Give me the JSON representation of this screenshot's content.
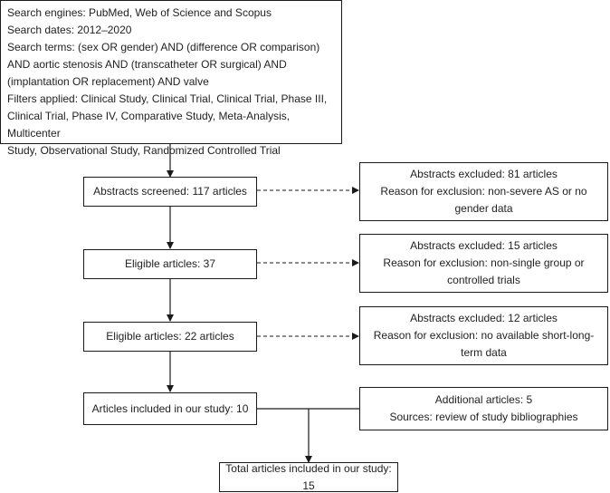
{
  "search": {
    "lines": [
      "Search engines: PubMed, Web of Science and Scopus",
      "Search dates: 2012–2020",
      "Search terms: (sex OR gender) AND (difference OR comparison)",
      "AND aortic stenosis AND (transcatheter OR surgical) AND",
      "(implantation OR replacement) AND valve",
      "Filters applied: Clinical Study, Clinical Trial, Clinical Trial, Phase III,",
      "Clinical Trial, Phase IV, Comparative Study, Meta-Analysis, Multicenter",
      "Study, Observational Study, Randomized Controlled Trial"
    ]
  },
  "flow": {
    "screened": "Abstracts screened: 117 articles",
    "eligible1": "Eligible articles: 37",
    "eligible2": "Eligible articles: 22 articles",
    "included": "Articles included in our study: 10",
    "total": "Total articles included in our study: 15"
  },
  "exclusions": [
    {
      "line1": "Abstracts excluded: 81 articles",
      "line2": "Reason for exclusion: non-severe AS or no",
      "line3": "gender data"
    },
    {
      "line1": "Abstracts excluded: 15 articles",
      "line2": "Reason for exclusion: non-single group or",
      "line3": "controlled trials"
    },
    {
      "line1": "Abstracts excluded: 12 articles",
      "line2": "Reason for exclusion: no available short-long-",
      "line3": "term data"
    }
  ],
  "additional": {
    "line1": "Additional articles: 5",
    "line2": "Sources: review of study bibliographies"
  }
}
